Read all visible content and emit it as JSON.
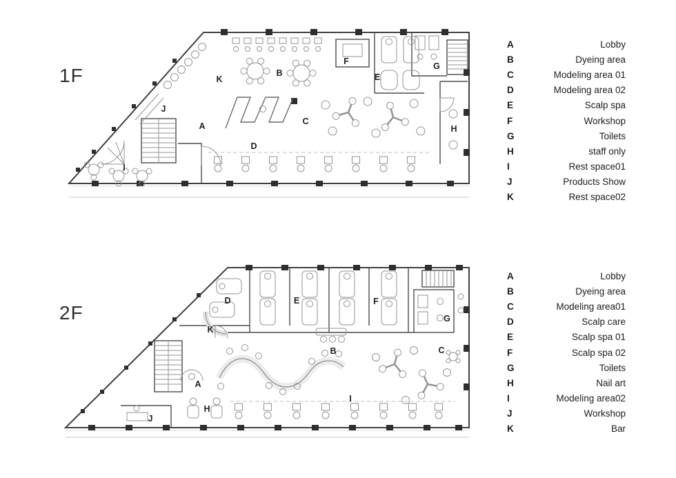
{
  "titles": {
    "floor1": "1F",
    "floor2": "2F"
  },
  "colors": {
    "wall": "#3f3f3f",
    "furniture": "#939393",
    "text": "#1c1c1c"
  },
  "floor1": {
    "legend": [
      {
        "key": "A",
        "label": "Lobby"
      },
      {
        "key": "B",
        "label": "Dyeing area"
      },
      {
        "key": "C",
        "label": "Modeling area 01"
      },
      {
        "key": "D",
        "label": "Modeling area 02"
      },
      {
        "key": "E",
        "label": "Scalp spa"
      },
      {
        "key": "F",
        "label": "Workshop"
      },
      {
        "key": "G",
        "label": "Toilets"
      },
      {
        "key": "H",
        "label": "staff only"
      },
      {
        "key": "I",
        "label": "Rest space01"
      },
      {
        "key": "J",
        "label": "Products Show"
      },
      {
        "key": "K",
        "label": "Rest space02"
      }
    ]
  },
  "floor2": {
    "legend": [
      {
        "key": "A",
        "label": "Lobby"
      },
      {
        "key": "B",
        "label": "Dyeing area"
      },
      {
        "key": "C",
        "label": "Modeling area01"
      },
      {
        "key": "D",
        "label": "Scalp care"
      },
      {
        "key": "E",
        "label": "Scalp spa 01"
      },
      {
        "key": "F",
        "label": "Scalp spa 02"
      },
      {
        "key": "G",
        "label": "Toilets"
      },
      {
        "key": "H",
        "label": "Nail art"
      },
      {
        "key": "I",
        "label": "Modeling area02"
      },
      {
        "key": "J",
        "label": "Workshop"
      },
      {
        "key": "K",
        "label": "Bar"
      }
    ]
  }
}
